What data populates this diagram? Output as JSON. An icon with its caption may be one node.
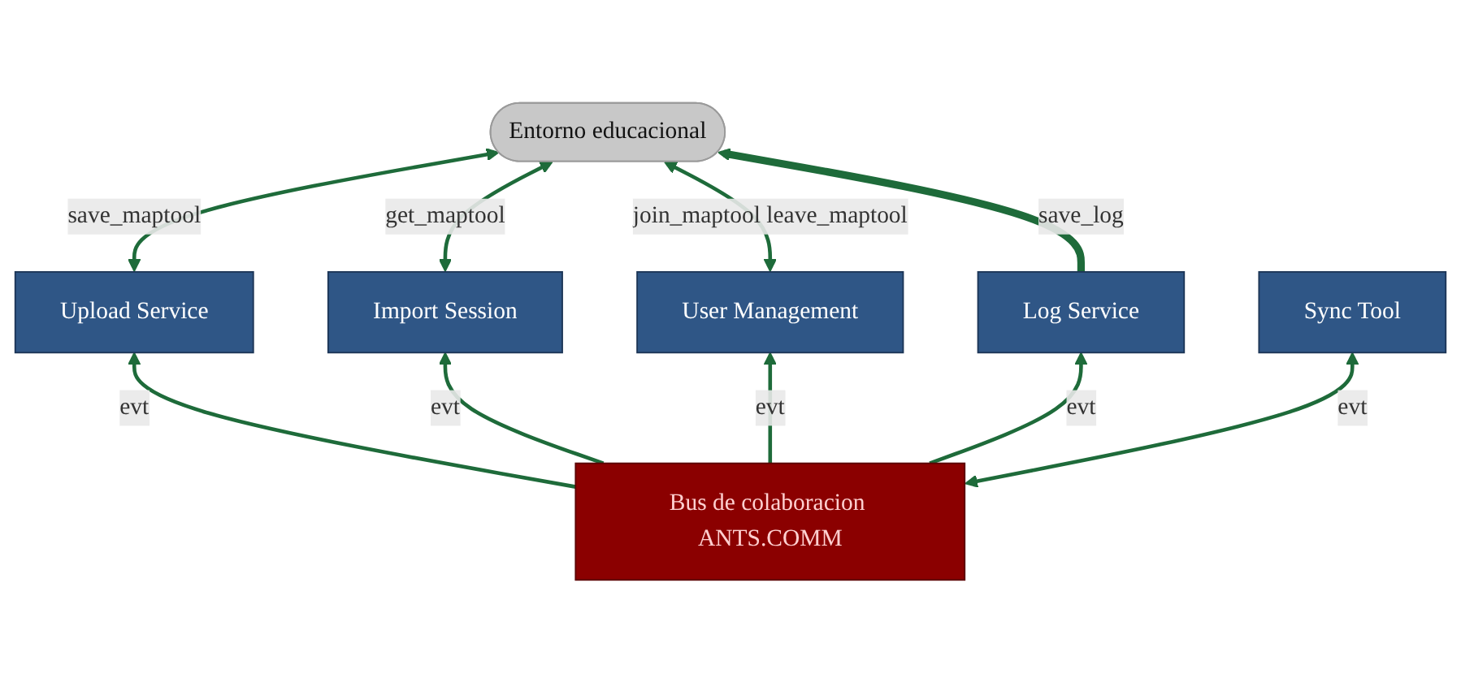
{
  "diagram": {
    "nodes": [
      {
        "text": [
          "Entorno educacional"
        ]
      },
      {
        "text": [
          "Upload Service"
        ]
      },
      {
        "text": [
          "Import Session"
        ]
      },
      {
        "text": [
          "User Management"
        ]
      },
      {
        "text": [
          "Bus de colaboracion ANTS.COMM"
        ]
      },
      {
        "text": [
          "Log Service"
        ]
      },
      {
        "text": [
          "Sync Tool"
        ]
      }
    ],
    "edges": [
      {
        "from": 1,
        "to": 0,
        "arrow": "both",
        "label": "save_maptool"
      },
      {
        "from": 2,
        "to": 0,
        "arrow": "both",
        "label": "get_maptool"
      },
      {
        "from": 3,
        "to": 0,
        "arrow": "both",
        "label": "join_maptool leave_maptool"
      },
      {
        "from": 4,
        "to": 1,
        "arrow": "to",
        "label": "evt"
      },
      {
        "from": 4,
        "to": 2,
        "arrow": "to",
        "label": "evt"
      },
      {
        "from": 4,
        "to": 3,
        "arrow": "to",
        "label": "evt"
      },
      {
        "from": 4,
        "to": 5,
        "arrow": "to",
        "label": "evt"
      },
      {
        "from": 4,
        "to": 6,
        "arrow": "both",
        "label": "evt"
      },
      {
        "from": 5,
        "to": 0,
        "arrow": "to",
        "label": "save_log",
        "style": "thick"
      }
    ]
  }
}
